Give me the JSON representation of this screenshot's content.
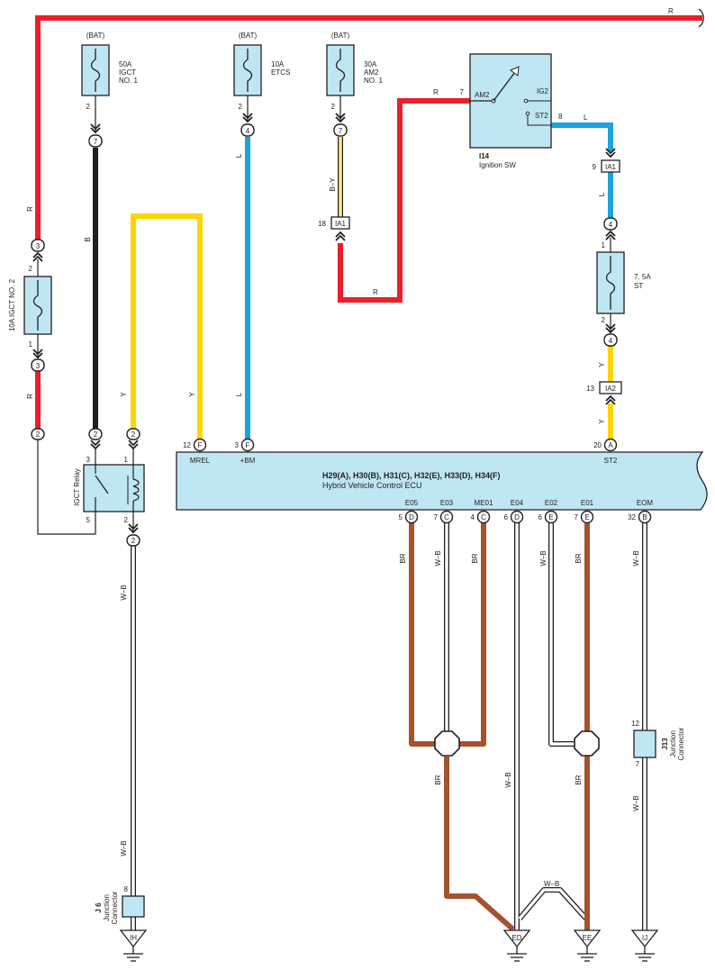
{
  "colors": {
    "red": "#e8202a",
    "black": "#231f20",
    "blue": "#1aa3dc",
    "yellow": "#ffd400",
    "brown": "#a5522d",
    "component_fill": "#bfe6f3"
  },
  "wire_labels": {
    "r": "R",
    "b": "B",
    "y": "Y",
    "l": "L",
    "by": "B–Y",
    "br": "BR",
    "wb": "W–B"
  },
  "fuses": {
    "igct1": {
      "source": "(BAT)",
      "rating": "50A",
      "line1": "IGCT",
      "line2": "NO. 1",
      "pin_out": "2",
      "conn": "7"
    },
    "etcs": {
      "source": "(BAT)",
      "rating": "10A",
      "line1": "ETCS",
      "pin_out": "2",
      "conn": "4"
    },
    "am2": {
      "source": "(BAT)",
      "rating": "30A",
      "line1": "AM2",
      "line2": "NO. 1",
      "pin_out": "2",
      "conn": "7"
    },
    "igct2": {
      "label": "10A IGCT NO. 2",
      "pin_top": "2",
      "pin_bottom": "1",
      "conn_top": "3",
      "conn_bottom": "3"
    },
    "st": {
      "rating": "7. 5A",
      "line1": "ST",
      "pin_top": "1",
      "pin_bottom": "2",
      "conn_top": "4",
      "conn_bottom": "4"
    }
  },
  "ignition_sw": {
    "ref": "I14",
    "name": "Ignition SW",
    "t_am2": "AM2",
    "t_ig2": "IG2",
    "t_st2": "ST2",
    "pin_am2": "7",
    "pin_st2": "8"
  },
  "connectors": {
    "ia1_a": {
      "name": "IA1",
      "pin": "18"
    },
    "ia1_b": {
      "name": "IA1",
      "pin": "9"
    },
    "ia2": {
      "name": "IA2",
      "pin": "13"
    }
  },
  "relay": {
    "name": "IGCT Relay",
    "pins": [
      "3",
      "1",
      "5",
      "2"
    ],
    "conn_left": "2",
    "conn_right": "2",
    "conn_bottom": "2"
  },
  "ecu": {
    "refs": "H29(A), H30(B), H31(C), H32(E), H33(D), H34(F)",
    "name": "Hybrid Vehicle Control ECU",
    "top_pins": [
      {
        "num": "12",
        "letter": "F",
        "label": "MREL"
      },
      {
        "num": "3",
        "letter": "F",
        "label": "+BM"
      },
      {
        "num": "20",
        "letter": "A",
        "label": "ST2"
      }
    ],
    "bottom_pins": [
      {
        "num": "5",
        "letter": "D",
        "label": "E05"
      },
      {
        "num": "7",
        "letter": "C",
        "label": "E03"
      },
      {
        "num": "4",
        "letter": "C",
        "label": "ME01"
      },
      {
        "num": "6",
        "letter": "D",
        "label": "E04"
      },
      {
        "num": "6",
        "letter": "E",
        "label": "E02"
      },
      {
        "num": "7",
        "letter": "E",
        "label": "E01"
      },
      {
        "num": "32",
        "letter": "B",
        "label": "EOM"
      }
    ]
  },
  "junctions": {
    "j6": {
      "ref": "J 6",
      "line1": "Junction",
      "line2": "Connector",
      "pin": "8"
    },
    "j13": {
      "ref": "J13",
      "line1": "Junction",
      "line2": "Connector",
      "pin_top": "12",
      "pin_bottom": "7"
    }
  },
  "grounds": {
    "ih": "IH",
    "ed": "ED",
    "ee": "EE",
    "ij": "IJ"
  }
}
